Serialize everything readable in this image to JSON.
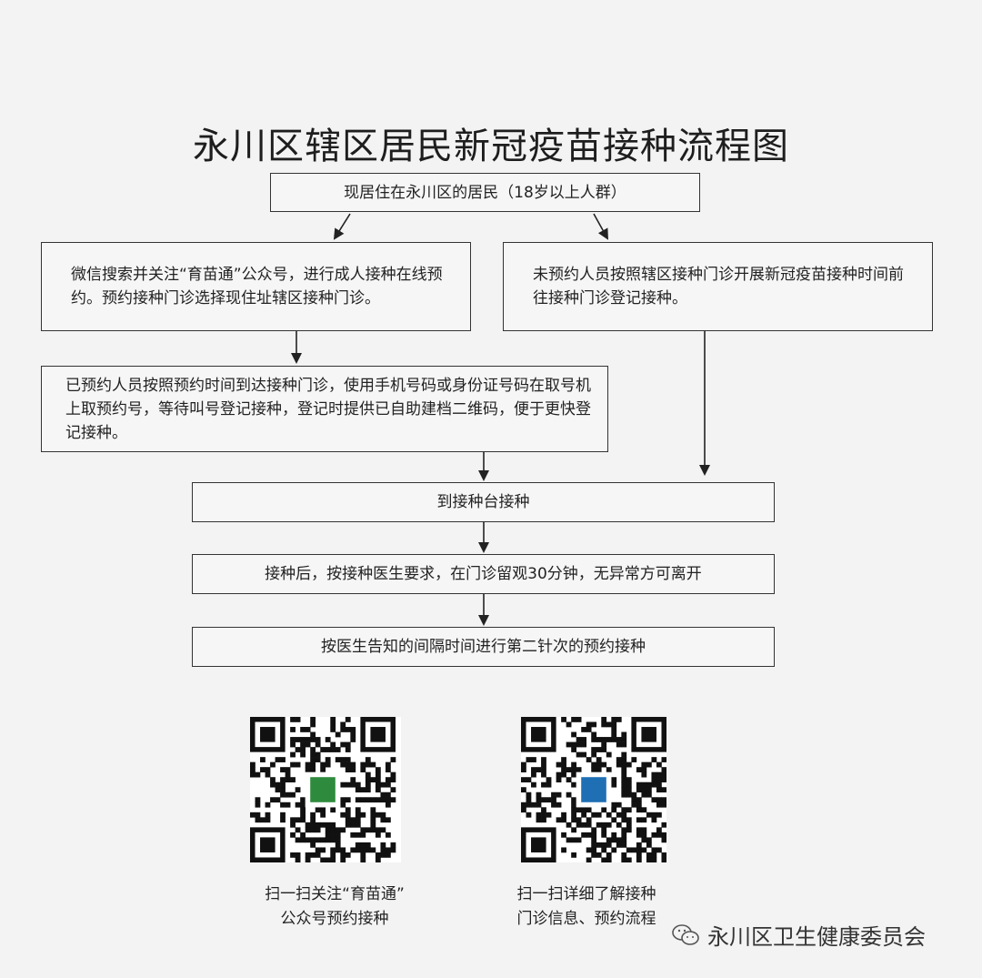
{
  "title": "永川区辖区居民新冠疫苗接种流程图",
  "nodes": {
    "start": "现居住在永川区的居民（18岁以上人群）",
    "left_branch": "微信搜索并关注“育苗通”公众号，进行成人接种在线预约。预约接种门诊选择现住址辖区接种门诊。",
    "right_branch": "未预约人员按照辖区接种门诊开展新冠疫苗接种时间前往接种门诊登记接种。",
    "booked": "已预约人员按照预约时间到达接种门诊，使用手机号码或身份证号码在取号机上取预约号，等待叫号登记接种，登记时提供已自助建档二维码，便于更快登记接种。",
    "vaccinate": "到接种台接种",
    "observe": "接种后，按接种医生要求，在门诊留观30分钟，无异常方可离开",
    "second_dose": "按医生告知的间隔时间进行第二针次的预约接种"
  },
  "qr_codes": [
    {
      "caption_line1": "扫一扫关注“育苗通”",
      "caption_line2": "公众号预约接种",
      "logo_color": "#2e8b3d"
    },
    {
      "caption_line1": "扫一扫详细了解接种",
      "caption_line2": "门诊信息、预约流程",
      "logo_color": "#1e6fb4"
    }
  ],
  "footer": {
    "source": "永川区卫生健康委员会",
    "icon": "wechat-icon"
  }
}
